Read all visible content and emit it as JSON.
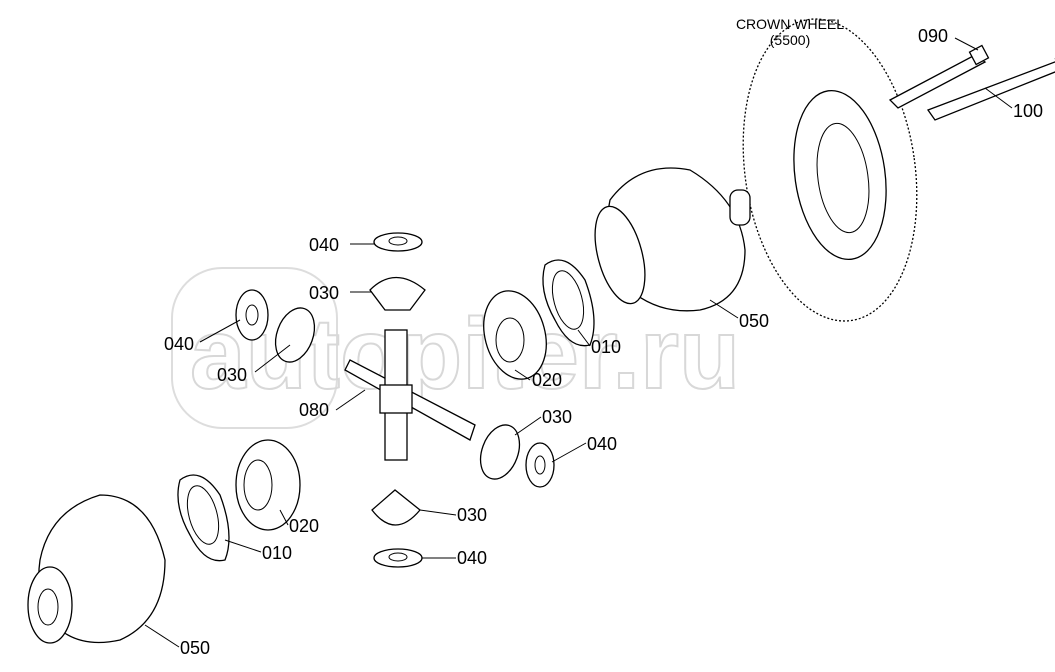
{
  "title": {
    "line1": "CROWN WHEEL",
    "line2": "(5500)"
  },
  "watermark": "autopiter.ru",
  "callouts": {
    "bolt_090": "090",
    "bolt_100": "100",
    "washer_top": "040",
    "gear_top": "030",
    "washer_left": "040",
    "gear_left": "030",
    "cross_shaft": "080",
    "side_gear_right": "020",
    "thrust_plate_right": "010",
    "housing_right": "050",
    "gear_right": "030",
    "washer_right": "040",
    "side_gear_left": "020",
    "gear_bottom": "030",
    "thrust_plate_left": "010",
    "washer_bottom": "040",
    "housing_left": "050"
  }
}
